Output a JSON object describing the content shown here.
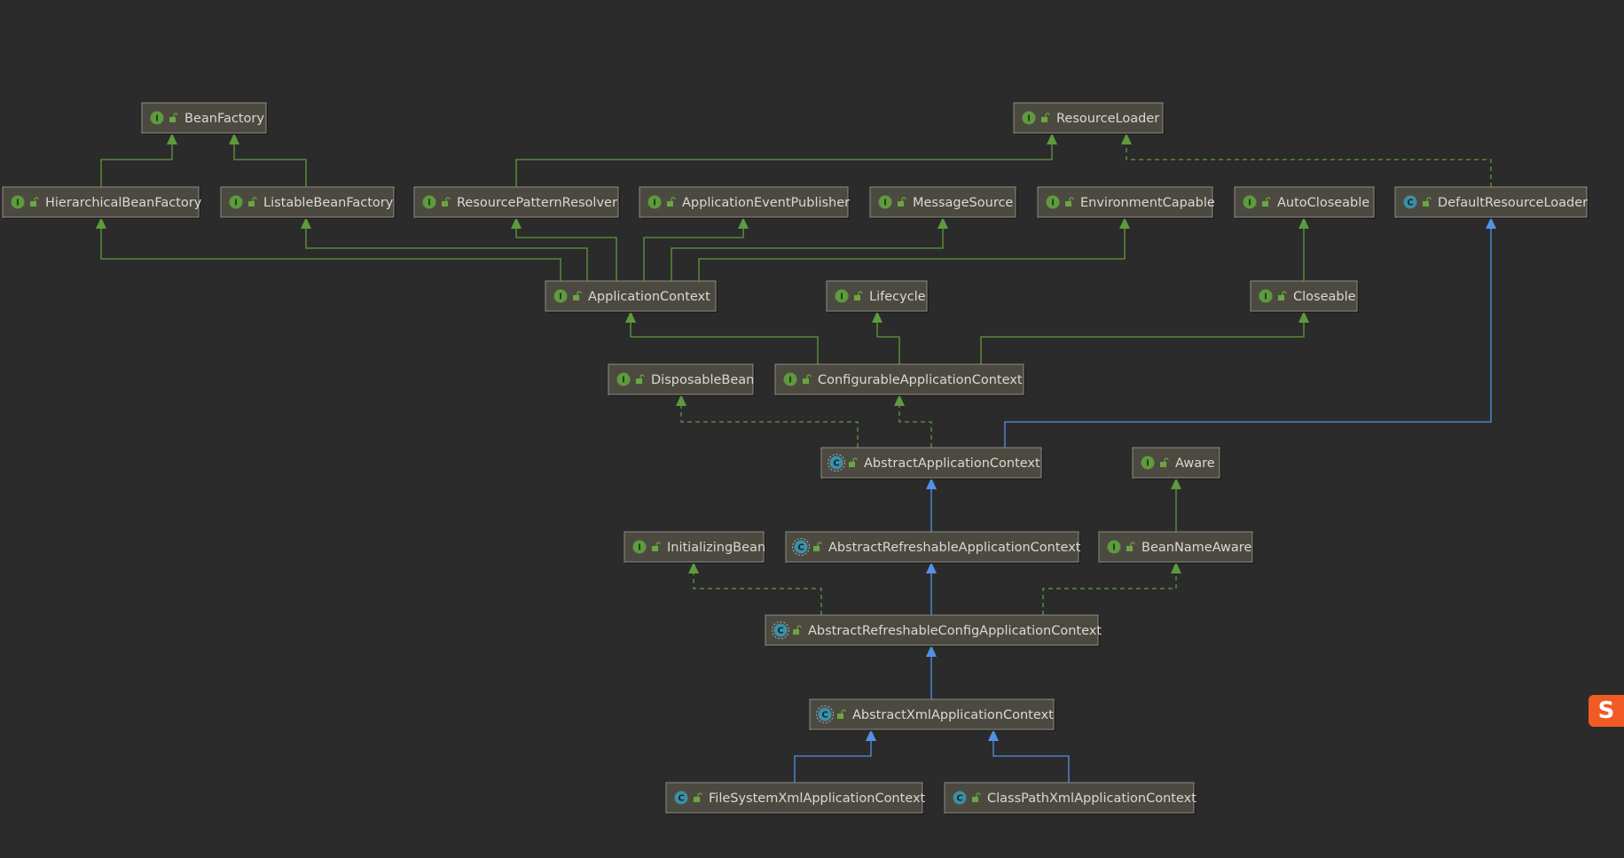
{
  "colors": {
    "background": "#2b2b2b",
    "node_fill": "#4c4a40",
    "node_border": "#8b8b83",
    "interface_badge": "#5e9a3e",
    "class_badge": "#3d8fa6",
    "generalization_interface": "#5e9a3e",
    "generalization_class": "#5391e6",
    "realization": "#5e9a3e"
  },
  "icons": {
    "interface": "interface-icon",
    "abstract_class": "abstract-class-icon",
    "class": "class-icon",
    "visibility": "public-visibility-icon",
    "ime": "sogou-ime-icon"
  },
  "nodes": [
    {
      "id": "BeanFactory",
      "label": "BeanFactory",
      "kind": "interface"
    },
    {
      "id": "ResourceLoader",
      "label": "ResourceLoader",
      "kind": "interface"
    },
    {
      "id": "HierarchicalBeanFactory",
      "label": "HierarchicalBeanFactory",
      "kind": "interface"
    },
    {
      "id": "ListableBeanFactory",
      "label": "ListableBeanFactory",
      "kind": "interface"
    },
    {
      "id": "ResourcePatternResolver",
      "label": "ResourcePatternResolver",
      "kind": "interface"
    },
    {
      "id": "ApplicationEventPublisher",
      "label": "ApplicationEventPublisher",
      "kind": "interface"
    },
    {
      "id": "MessageSource",
      "label": "MessageSource",
      "kind": "interface"
    },
    {
      "id": "EnvironmentCapable",
      "label": "EnvironmentCapable",
      "kind": "interface"
    },
    {
      "id": "AutoCloseable",
      "label": "AutoCloseable",
      "kind": "interface"
    },
    {
      "id": "DefaultResourceLoader",
      "label": "DefaultResourceLoader",
      "kind": "class"
    },
    {
      "id": "ApplicationContext",
      "label": "ApplicationContext",
      "kind": "interface"
    },
    {
      "id": "Lifecycle",
      "label": "Lifecycle",
      "kind": "interface"
    },
    {
      "id": "Closeable",
      "label": "Closeable",
      "kind": "interface"
    },
    {
      "id": "DisposableBean",
      "label": "DisposableBean",
      "kind": "interface"
    },
    {
      "id": "ConfigurableApplicationContext",
      "label": "ConfigurableApplicationContext",
      "kind": "interface"
    },
    {
      "id": "AbstractApplicationContext",
      "label": "AbstractApplicationContext",
      "kind": "abstract"
    },
    {
      "id": "Aware",
      "label": "Aware",
      "kind": "interface"
    },
    {
      "id": "InitializingBean",
      "label": "InitializingBean",
      "kind": "interface"
    },
    {
      "id": "AbstractRefreshableApplicationContext",
      "label": "AbstractRefreshableApplicationContext",
      "kind": "abstract"
    },
    {
      "id": "BeanNameAware",
      "label": "BeanNameAware",
      "kind": "interface"
    },
    {
      "id": "AbstractRefreshableConfigApplicationContext",
      "label": "AbstractRefreshableConfigApplicationContext",
      "kind": "abstract"
    },
    {
      "id": "AbstractXmlApplicationContext",
      "label": "AbstractXmlApplicationContext",
      "kind": "abstract"
    },
    {
      "id": "FileSystemXmlApplicationContext",
      "label": "FileSystemXmlApplicationContext",
      "kind": "class"
    },
    {
      "id": "ClassPathXmlApplicationContext",
      "label": "ClassPathXmlApplicationContext",
      "kind": "class"
    }
  ],
  "edges": [
    {
      "from": "HierarchicalBeanFactory",
      "to": "BeanFactory",
      "type": "extends-interface"
    },
    {
      "from": "ListableBeanFactory",
      "to": "BeanFactory",
      "type": "extends-interface"
    },
    {
      "from": "ResourcePatternResolver",
      "to": "ResourceLoader",
      "type": "extends-interface"
    },
    {
      "from": "DefaultResourceLoader",
      "to": "ResourceLoader",
      "type": "implements"
    },
    {
      "from": "ApplicationContext",
      "to": "HierarchicalBeanFactory",
      "type": "extends-interface"
    },
    {
      "from": "ApplicationContext",
      "to": "ListableBeanFactory",
      "type": "extends-interface"
    },
    {
      "from": "ApplicationContext",
      "to": "ResourcePatternResolver",
      "type": "extends-interface"
    },
    {
      "from": "ApplicationContext",
      "to": "ApplicationEventPublisher",
      "type": "extends-interface"
    },
    {
      "from": "ApplicationContext",
      "to": "MessageSource",
      "type": "extends-interface"
    },
    {
      "from": "ApplicationContext",
      "to": "EnvironmentCapable",
      "type": "extends-interface"
    },
    {
      "from": "Closeable",
      "to": "AutoCloseable",
      "type": "extends-interface"
    },
    {
      "from": "ConfigurableApplicationContext",
      "to": "ApplicationContext",
      "type": "extends-interface"
    },
    {
      "from": "ConfigurableApplicationContext",
      "to": "Lifecycle",
      "type": "extends-interface"
    },
    {
      "from": "ConfigurableApplicationContext",
      "to": "Closeable",
      "type": "extends-interface"
    },
    {
      "from": "AbstractApplicationContext",
      "to": "DisposableBean",
      "type": "implements"
    },
    {
      "from": "AbstractApplicationContext",
      "to": "ConfigurableApplicationContext",
      "type": "implements"
    },
    {
      "from": "AbstractApplicationContext",
      "to": "DefaultResourceLoader",
      "type": "extends-class"
    },
    {
      "from": "BeanNameAware",
      "to": "Aware",
      "type": "extends-interface"
    },
    {
      "from": "AbstractRefreshableApplicationContext",
      "to": "AbstractApplicationContext",
      "type": "extends-class"
    },
    {
      "from": "AbstractRefreshableConfigApplicationContext",
      "to": "InitializingBean",
      "type": "implements"
    },
    {
      "from": "AbstractRefreshableConfigApplicationContext",
      "to": "AbstractRefreshableApplicationContext",
      "type": "extends-class"
    },
    {
      "from": "AbstractRefreshableConfigApplicationContext",
      "to": "BeanNameAware",
      "type": "implements"
    },
    {
      "from": "AbstractXmlApplicationContext",
      "to": "AbstractRefreshableConfigApplicationContext",
      "type": "extends-class"
    },
    {
      "from": "FileSystemXmlApplicationContext",
      "to": "AbstractXmlApplicationContext",
      "type": "extends-class"
    },
    {
      "from": "ClassPathXmlApplicationContext",
      "to": "AbstractXmlApplicationContext",
      "type": "extends-class"
    }
  ]
}
